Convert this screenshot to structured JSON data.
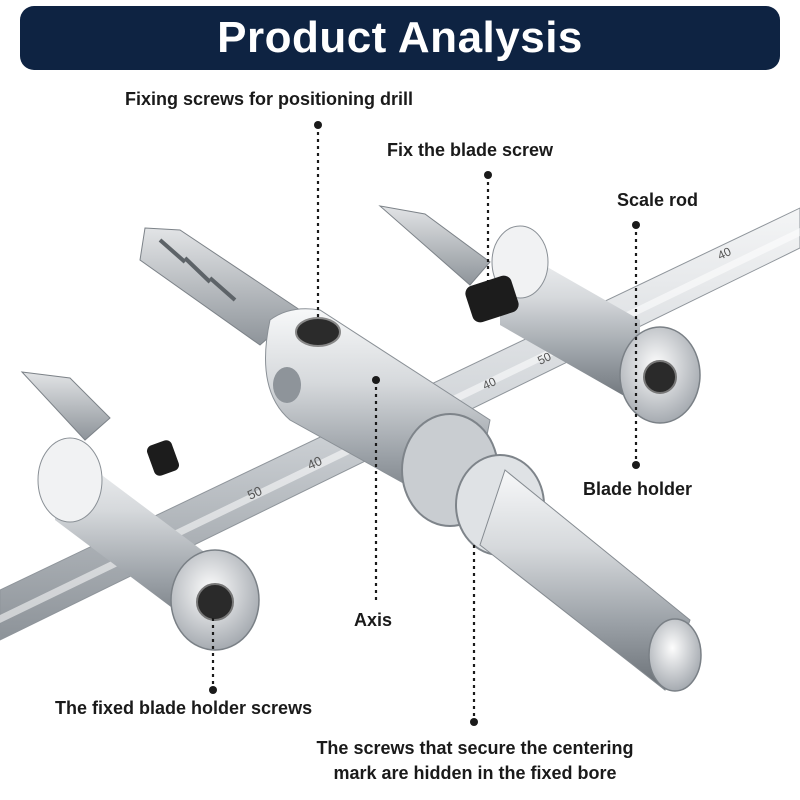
{
  "header": {
    "title": "Product Analysis"
  },
  "labels": {
    "fixing_screws": "Fixing screws for positioning drill",
    "fix_blade_screw": "Fix the blade screw",
    "scale_rod": "Scale rod",
    "blade_holder": "Blade holder",
    "axis": "Axis",
    "fixed_holder_screws": "The fixed blade holder screws",
    "hidden_screws_line1": "The screws that secure the centering",
    "hidden_screws_line2": "mark are hidden in the fixed bore"
  },
  "scale_marks": {
    "left_40": "40",
    "left_50": "50",
    "right_40": "40",
    "right_50": "50",
    "far_right": "40"
  },
  "colors": {
    "banner": "#0e2342",
    "metal_light": "#e9ebee",
    "metal_mid": "#b9bec4",
    "metal_dark": "#6c7278",
    "screw_black": "#1c1c1c"
  }
}
